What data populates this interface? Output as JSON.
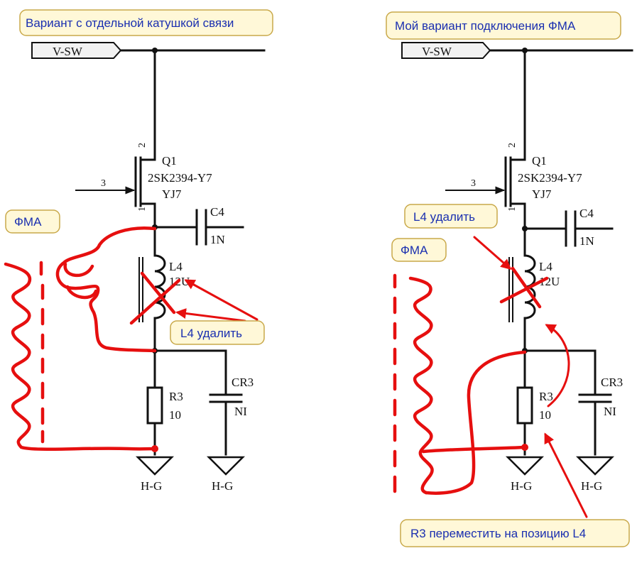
{
  "left": {
    "title": "Вариант с отдельной катушкой связи",
    "bus": "V-SW",
    "q1_ref": "Q1",
    "q1_part": "2SK2394-Y7",
    "q1_mark": "YJ7",
    "pin_gate": "3",
    "pin_drain": "2",
    "pin_source": "1",
    "c4_ref": "C4",
    "c4_val": "1N",
    "l4_ref": "L4",
    "l4_val": "12U",
    "r3_ref": "R3",
    "r3_val": "10",
    "cr3_ref": "CR3",
    "cr3_val": "NI",
    "gnd1": "H-G",
    "gnd2": "H-G",
    "fma": "ФМА",
    "note_l4": "L4 удалить"
  },
  "right": {
    "title": "Мой вариант подключения ФМА",
    "bus": "V-SW",
    "q1_ref": "Q1",
    "q1_part": "2SK2394-Y7",
    "q1_mark": "YJ7",
    "pin_gate": "3",
    "pin_drain": "2",
    "pin_source": "1",
    "c4_ref": "C4",
    "c4_val": "1N",
    "l4_ref": "L4",
    "l4_val": "12U",
    "r3_ref": "R3",
    "r3_val": "10",
    "cr3_ref": "CR3",
    "cr3_val": "NI",
    "gnd1": "H-G",
    "gnd2": "H-G",
    "fma": "ФМА",
    "note_l4": "L4 удалить",
    "note_r3": "R3 переместить на позицию L4"
  },
  "colors": {
    "wire": "#111111",
    "markup": "#e60f0f",
    "callout_text": "#1a2fb0",
    "callout_fill": "#fff8d8"
  }
}
